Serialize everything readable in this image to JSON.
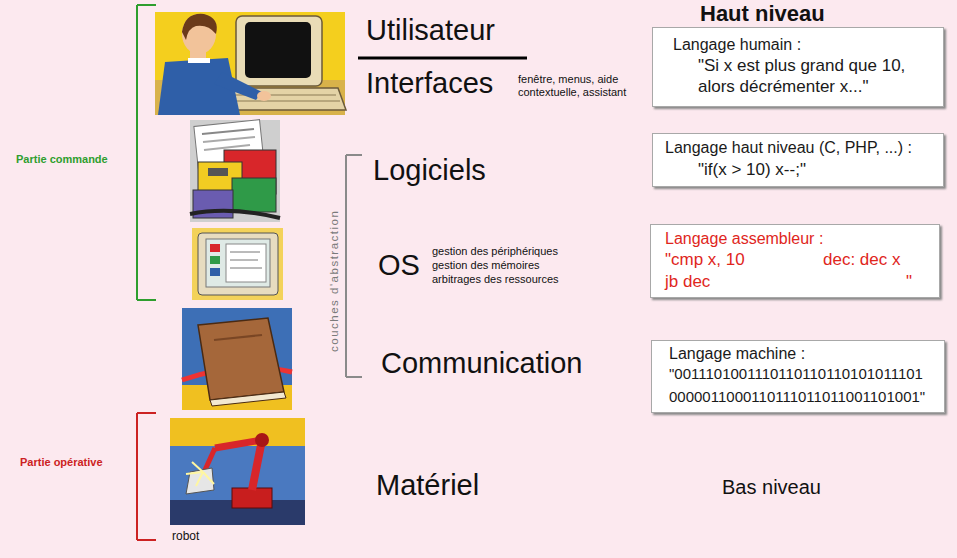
{
  "diagram": {
    "nodes": [
      {
        "text": [
          "Langage humain :",
          "\"Si x est plus grand que 10, alors décrémenter x...\""
        ]
      },
      {
        "text": [
          "Langage haut niveau (C, PHP, ...) :",
          "\"if(x > 10) x--;\""
        ]
      },
      {
        "text": [
          "Langage assembleur :",
          "\"cmp x, 10",
          "dec: dec x",
          "jb dec",
          "\""
        ]
      },
      {
        "text": [
          "Langage machine :",
          "\"0011101001110110110110101011101 0000011000110111011011001101001\""
        ]
      }
    ],
    "labels": [
      "Haut niveau",
      "Utilisateur",
      "Interfaces",
      "fenêtre, menus, aide",
      "contextuelle, assistant",
      "Partie commande",
      "Logiciels",
      "couches d'abstraction",
      "OS",
      "gestion des périphériques",
      "gestion des mémoires",
      "arbitrages des ressources",
      "Communication",
      "Partie opérative",
      "Matériel",
      "Bas niveau",
      "robot"
    ]
  }
}
